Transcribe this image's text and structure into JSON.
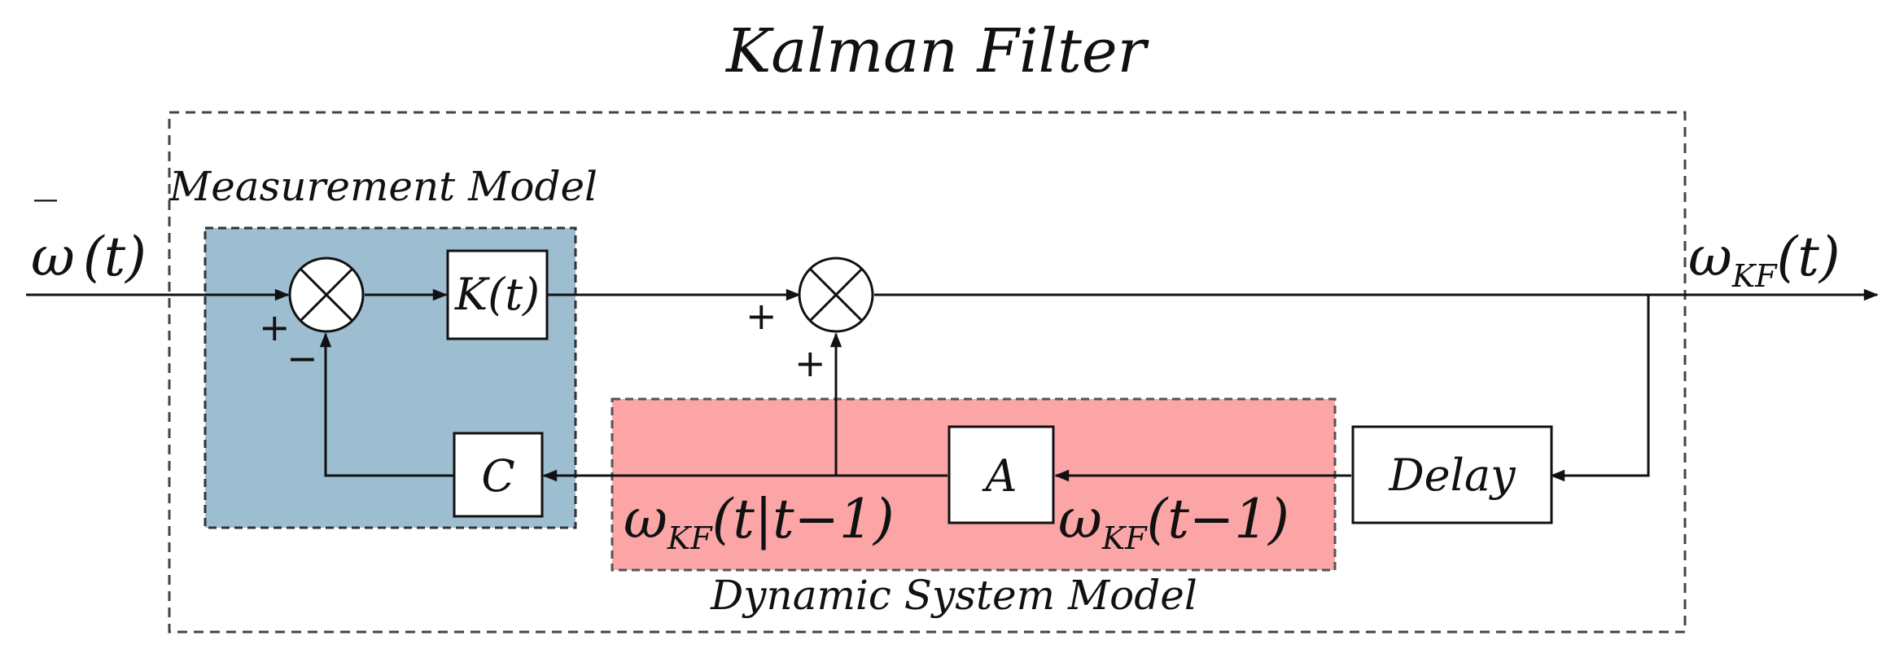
{
  "title": "Kalman Filter",
  "regions": {
    "measurement_model": "Measurement Model",
    "dynamic_system_model": "Dynamic System Model"
  },
  "blocks": {
    "gain": "K(t)",
    "measurement_matrix": "C",
    "state_transition": "A",
    "delay": "Delay"
  },
  "signals": {
    "input": {
      "symbol": "ω",
      "overline": "‾",
      "arg": "(t)"
    },
    "output": {
      "symbol": "ω",
      "subscript": "KF",
      "arg": "(t)"
    },
    "prediction": {
      "symbol": "ω",
      "subscript": "KF",
      "arg": "(t|t−1)"
    },
    "previous": {
      "symbol": "ω",
      "subscript": "KF",
      "arg": "(t−1)"
    }
  },
  "signs": {
    "sum1_input": "+",
    "sum1_feedback": "−",
    "sum2_input": "+",
    "sum2_feedback": "+"
  },
  "colors": {
    "measurement_region": "#9dbdd1",
    "dynamic_region": "#fba5a7",
    "outer_border": "#444444"
  }
}
